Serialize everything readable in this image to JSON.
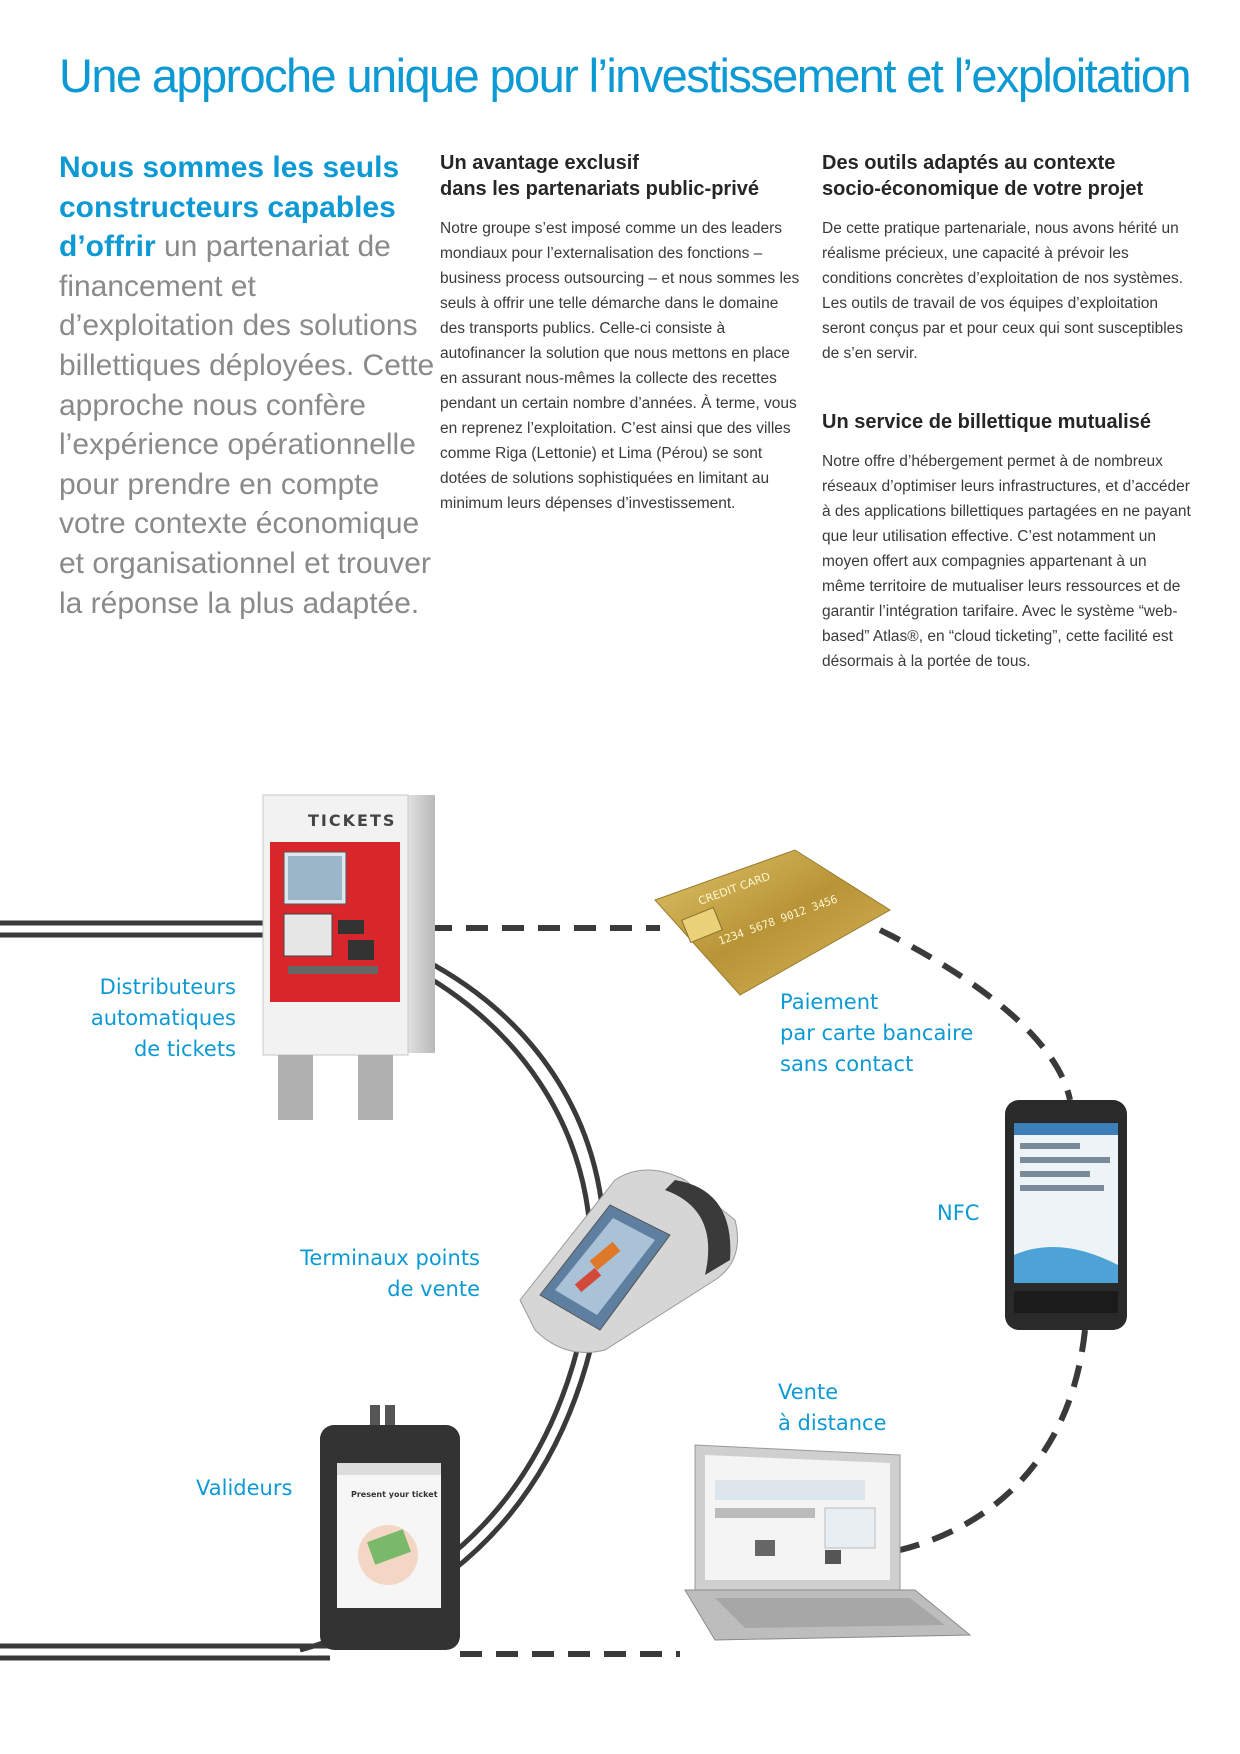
{
  "title": "Une approche unique pour l’investissement et l’exploitation",
  "intro": {
    "lead": "Nous sommes les seuls constructeurs capables d’offrir",
    "rest": " un partenariat de financement et d’exploitation des solutions billettiques déployées. Cette approche nous confère l’expérience opérationnelle pour prendre en compte votre contexte économique et organisationnel et trouver la réponse la plus adaptée."
  },
  "section1": {
    "heading_line1": "Un avantage exclusif",
    "heading_line2": "dans les partenariats public-privé",
    "body": "Notre groupe s’est imposé comme un des leaders mondiaux pour l’externalisation des fonctions – business process outsourcing – et nous sommes les seuls à offrir une telle démarche dans le domaine des transports publics. Celle-ci consiste à autofinancer la solution que nous mettons en place en assurant nous-mêmes la collecte des recettes pendant un certain nombre d’années. À terme, vous en reprenez l’exploitation. C’est ainsi que des villes comme Riga (Lettonie) et Lima (Pérou) se sont dotées de solutions sophistiquées en limitant au minimum leurs dépenses d’investissement."
  },
  "section2": {
    "heading_line1": "Des outils adaptés au contexte",
    "heading_line2": "socio-économique de votre projet",
    "body": "De cette pratique partenariale, nous avons hérité un réalisme précieux, une capacité à prévoir les conditions concrètes d’exploitation de nos systèmes. Les outils de travail de vos équipes d’exploitation seront conçus par et pour ceux qui sont susceptibles de s’en servir."
  },
  "section3": {
    "heading": "Un service de billettique mutualisé",
    "body": "Notre offre d’hébergement permet à de nombreux réseaux d’optimiser leurs infrastructures, et d’accéder à des applications billettiques partagées en ne payant que leur utilisation effective. C’est notamment un moyen offert aux compagnies appartenant à un même territoire de mutualiser leurs ressources et de garantir l’intégration tarifaire. Avec le système “web-based” Atlas®, en “cloud ticketing”, cette facilité est désormais à la portée de tous."
  },
  "diagram": {
    "distributeurs": [
      "Distributeurs",
      "automatiques",
      "de tickets"
    ],
    "paiement": [
      "Paiement",
      "par carte bancaire",
      "sans contact"
    ],
    "nfc": "NFC",
    "terminaux": [
      "Terminaux points",
      "de vente"
    ],
    "vente": [
      "Vente",
      "à distance"
    ],
    "valideurs": "Valideurs",
    "kiosk_sign": "TICKETS",
    "card_text": "CREDIT CARD",
    "card_number": "1234 5678 9012 3456",
    "validator_screen": "Present your ticket"
  },
  "colors": {
    "accent": "#0d9ad4",
    "line": "#3a3a3a",
    "kiosk_red": "#d8262b",
    "card_gold": "#c9a94a"
  }
}
